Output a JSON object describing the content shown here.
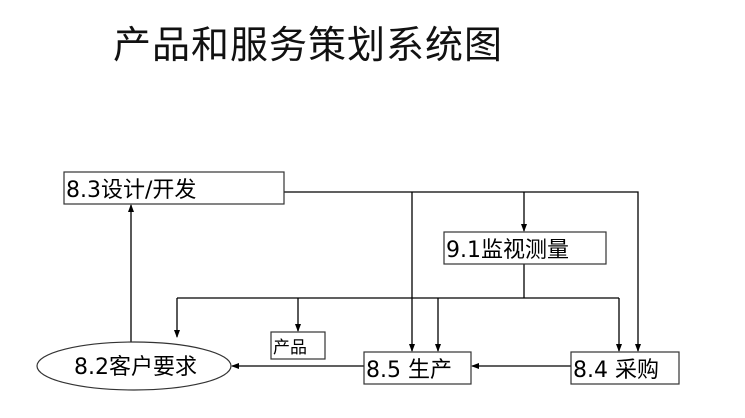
{
  "title": "产品和服务策划系统图",
  "nodes": {
    "design": "8.3设计/开发",
    "monitor": "9.1监视测量",
    "product": "产品",
    "customer": "8.2客户要求",
    "production": "8.5 生产",
    "purchase": "8.4 采购"
  }
}
